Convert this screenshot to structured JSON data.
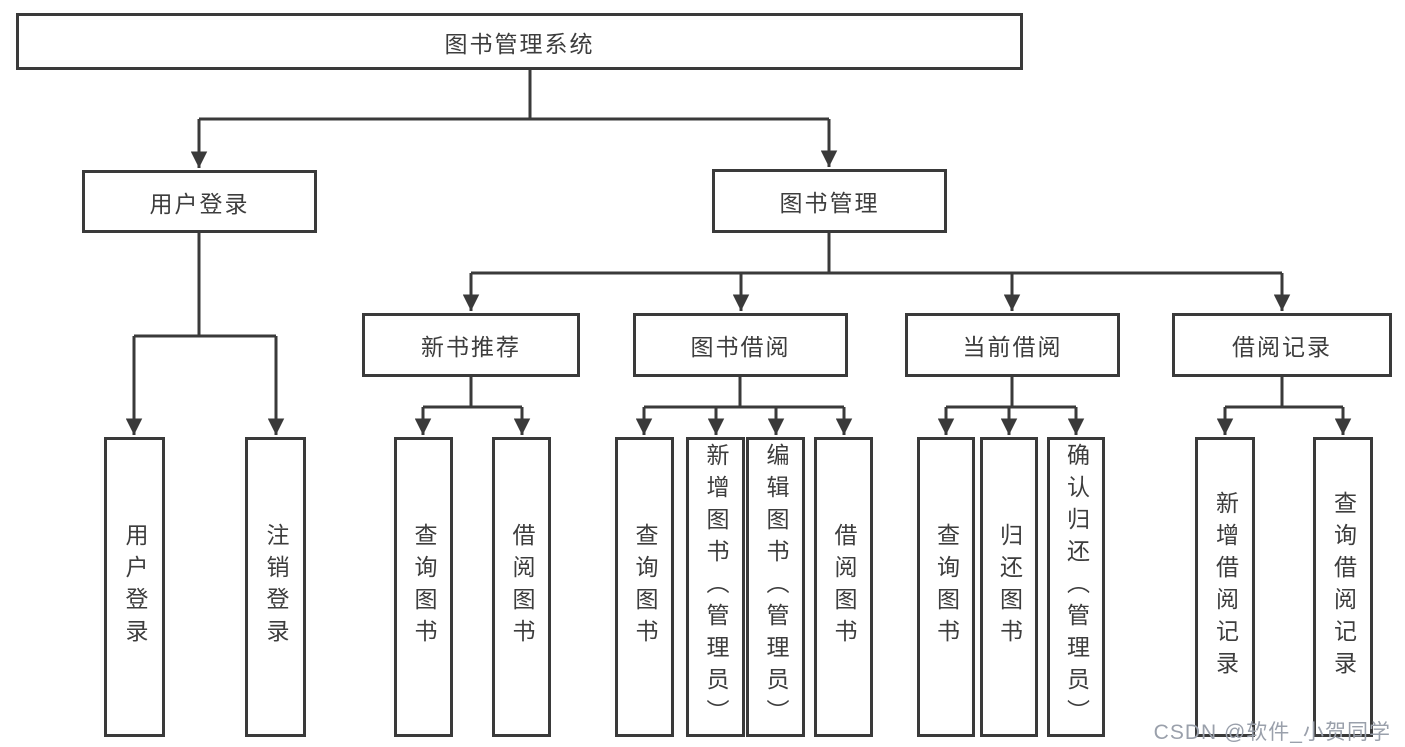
{
  "diagram": {
    "tree": {
      "root": {
        "label": "图书管理系统"
      },
      "level2": [
        {
          "label": "用户登录",
          "children": [
            {
              "label": "用户登录"
            },
            {
              "label": "注销登录"
            }
          ]
        },
        {
          "label": "图书管理",
          "children": [
            {
              "label": "新书推荐",
              "children": [
                {
                  "label": "查询图书"
                },
                {
                  "label": "借阅图书"
                }
              ]
            },
            {
              "label": "图书借阅",
              "children": [
                {
                  "label": "查询图书"
                },
                {
                  "label": "新增图书（管理员）"
                },
                {
                  "label": "编辑图书（管理员）"
                },
                {
                  "label": "借阅图书"
                }
              ]
            },
            {
              "label": "当前借阅",
              "children": [
                {
                  "label": "查询图书"
                },
                {
                  "label": "归还图书"
                },
                {
                  "label": "确认归还（管理员）"
                }
              ]
            },
            {
              "label": "借阅记录",
              "children": [
                {
                  "label": "新增借阅记录"
                },
                {
                  "label": "查询借阅记录"
                }
              ]
            }
          ]
        }
      ]
    },
    "colors": {
      "line": "#3a3a3a",
      "box_border": "#3a3a3a",
      "text": "#3d3d3d",
      "background": "#ffffff",
      "watermark": "#9aa0ab"
    }
  },
  "watermark": {
    "text": "CSDN @软件_小贺同学"
  }
}
